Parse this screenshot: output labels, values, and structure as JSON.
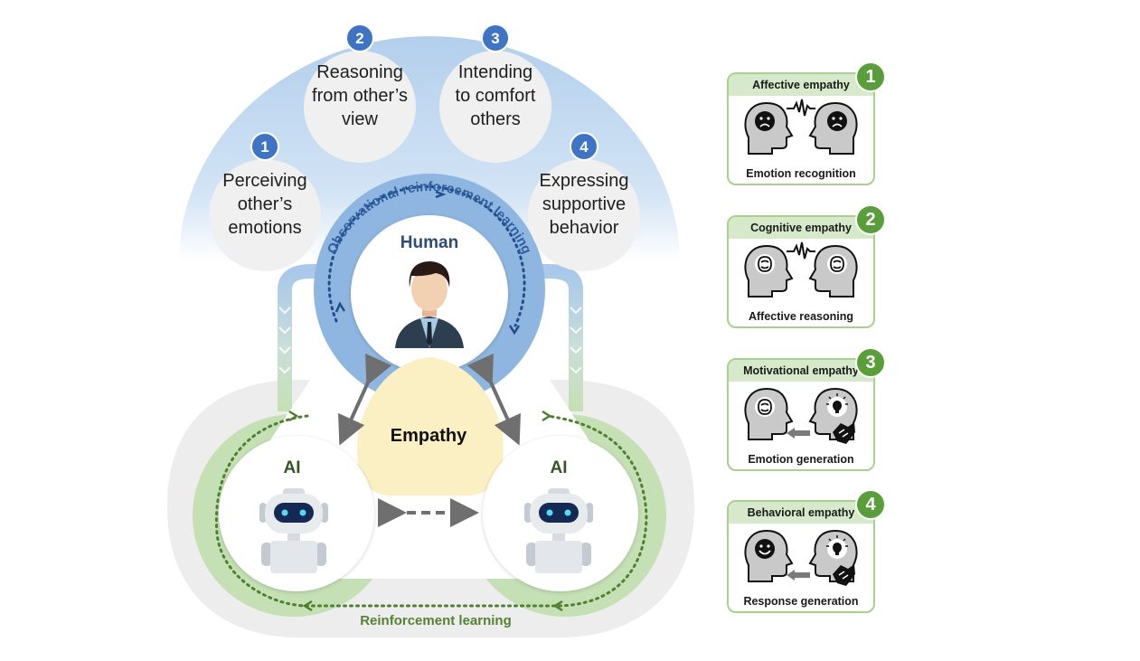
{
  "diagram": {
    "steps": [
      {
        "number": "1",
        "lines": [
          "Perceiving",
          "other’s",
          "emotions"
        ]
      },
      {
        "number": "2",
        "lines": [
          "Reasoning",
          "from other’s",
          "view"
        ]
      },
      {
        "number": "3",
        "lines": [
          "Intending",
          "to comfort",
          "others"
        ]
      },
      {
        "number": "4",
        "lines": [
          "Expressing",
          "supportive",
          "behavior"
        ]
      }
    ],
    "human_label": "Human",
    "human_loop_label": "Observational reinforcement learning",
    "center_label": "Empathy",
    "ai_left_label": "AI",
    "ai_right_label": "AI",
    "ai_loop_label": "Reinforcement learning",
    "colors": {
      "blue_dome": "#bcd5ee",
      "blue_ring": "#8fb6e0",
      "blue_badge": "#3f74c4",
      "green_ring": "#c5e0b4",
      "green_text": "#548235",
      "empathy_fill": "#fbefc4",
      "human_text": "#2f4a75"
    }
  },
  "cards": [
    {
      "number": "1",
      "title": "Affective empathy",
      "caption": "Emotion recognition",
      "left_icon": "sad-face-head-icon",
      "right_icon": "sad-face-head-icon",
      "link": "signal-wave-icon"
    },
    {
      "number": "2",
      "title": "Cognitive empathy",
      "caption": "Affective reasoning",
      "left_icon": "brain-head-icon",
      "right_icon": "brain-head-icon",
      "link": "signal-wave-icon"
    },
    {
      "number": "3",
      "title": "Motivational empathy",
      "caption": "Emotion generation",
      "left_icon": "brain-head-icon",
      "right_icon": "lightbulb-head-icon",
      "link": "arrow-left-icon"
    },
    {
      "number": "4",
      "title": "Behavioral empathy",
      "caption": "Response generation",
      "left_icon": "smile-face-head-icon",
      "right_icon": "lightbulb-head-icon",
      "link": "arrow-left-icon"
    }
  ]
}
